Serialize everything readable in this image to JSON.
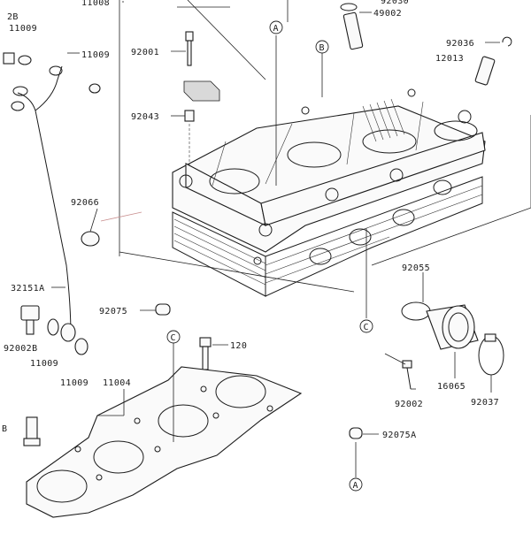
{
  "callouts": [
    {
      "id": "p11008",
      "text": "11008"
    },
    {
      "id": "p2B",
      "text": "2B"
    },
    {
      "id": "p11009a",
      "text": "11009"
    },
    {
      "id": "p11009b",
      "text": "11009"
    },
    {
      "id": "p92001",
      "text": "92001"
    },
    {
      "id": "p49002",
      "text": "49002"
    },
    {
      "id": "p92030",
      "text": "92030"
    },
    {
      "id": "p92036",
      "text": "92036"
    },
    {
      "id": "p12013",
      "text": "12013"
    },
    {
      "id": "p92043",
      "text": "92043"
    },
    {
      "id": "p92066",
      "text": "92066"
    },
    {
      "id": "p32151A",
      "text": "32151A"
    },
    {
      "id": "p92075",
      "text": "92075"
    },
    {
      "id": "p92002B",
      "text": "92002B"
    },
    {
      "id": "p11009c",
      "text": "11009"
    },
    {
      "id": "p11009d",
      "text": "11009"
    },
    {
      "id": "p11004",
      "text": "11004"
    },
    {
      "id": "p120",
      "text": "120"
    },
    {
      "id": "p92055",
      "text": "92055"
    },
    {
      "id": "p16065",
      "text": "16065"
    },
    {
      "id": "p92037",
      "text": "92037"
    },
    {
      "id": "p92002",
      "text": "92002"
    },
    {
      "id": "p92075A",
      "text": "92075A"
    },
    {
      "id": "pB",
      "text": "B"
    }
  ],
  "refs": {
    "a_top": "A",
    "b_top": "B",
    "c_mid": "C",
    "c_gasket": "C",
    "a_bottom": "A"
  }
}
